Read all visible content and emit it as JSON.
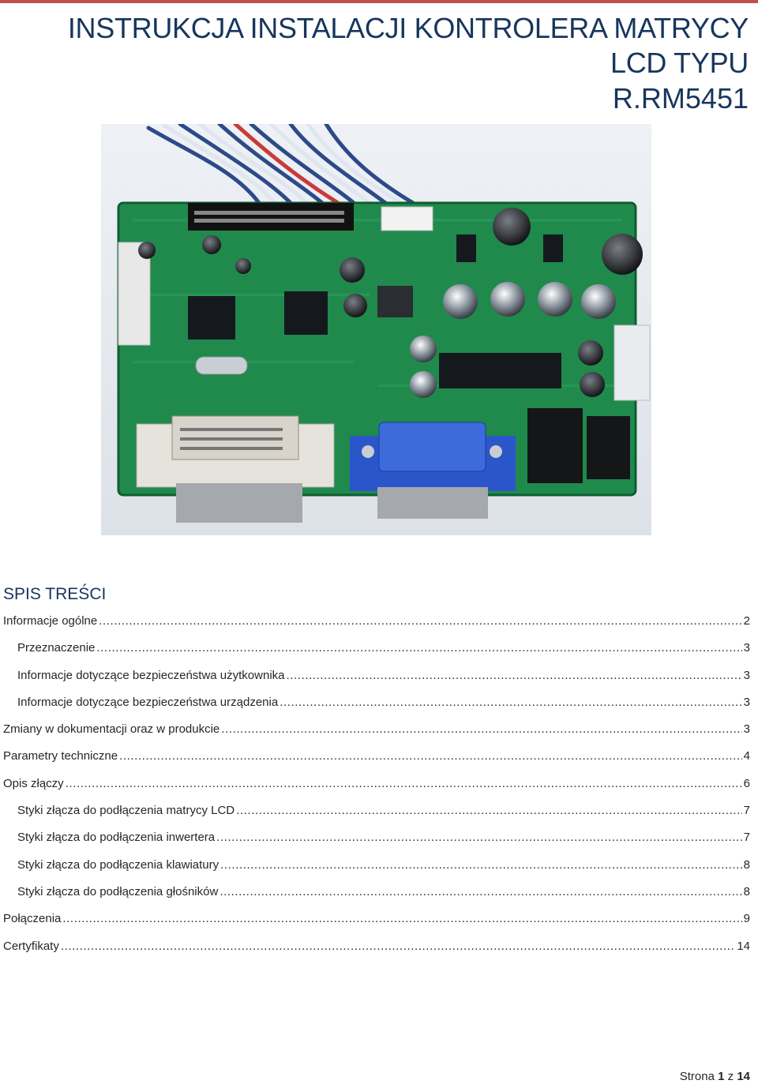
{
  "document": {
    "title_line1": "INSTRUKCJA INSTALACJI KONTROLERA MATRYCY LCD TYPU",
    "title_line2": "R.RM5451",
    "image_alt": "Płytka kontrolera matrycy LCD R.RM5451"
  },
  "toc": {
    "heading": "SPIS TREŚCI",
    "entries": [
      {
        "text": "Informacje ogólne",
        "page": "2",
        "level": 1
      },
      {
        "text": "Przeznaczenie",
        "page": "3",
        "level": 2
      },
      {
        "text": "Informacje dotyczące bezpieczeństwa użytkownika",
        "page": "3",
        "level": 2
      },
      {
        "text": "Informacje dotyczące bezpieczeństwa urządzenia",
        "page": "3",
        "level": 2
      },
      {
        "text": "Zmiany w dokumentacji oraz w produkcie",
        "page": "3",
        "level": 1
      },
      {
        "text": "Parametry techniczne",
        "page": "4",
        "level": 1
      },
      {
        "text": "Opis złączy",
        "page": "6",
        "level": 1
      },
      {
        "text": "Styki złącza do podłączenia matrycy LCD",
        "page": "7",
        "level": 2
      },
      {
        "text": "Styki złącza do podłączenia inwertera",
        "page": "7",
        "level": 2
      },
      {
        "text": "Styki złącza do podłączenia klawiatury",
        "page": "8",
        "level": 2
      },
      {
        "text": "Styki złącza do podłączenia głośników",
        "page": "8",
        "level": 2
      },
      {
        "text": "Połączenia",
        "page": "9",
        "level": 1
      },
      {
        "text": "Certyfikaty",
        "page": "14",
        "level": 1
      }
    ]
  },
  "footer": {
    "label": "Strona",
    "current": "1",
    "separator": "z",
    "total": "14"
  },
  "colors": {
    "accent_rule": "#c0504d",
    "heading": "#17365d",
    "pcb_green": "#1f8a4c",
    "vga_blue": "#2b56c9"
  }
}
